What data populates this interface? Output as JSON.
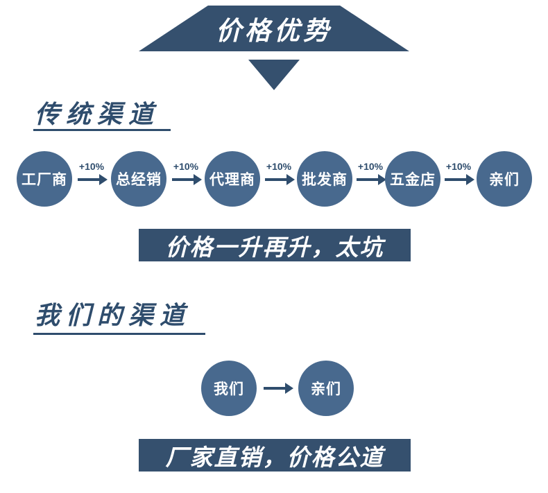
{
  "colors": {
    "banner": "#35506e",
    "circle": "#48698e",
    "dark_text": "#2f4d6d",
    "background": "#ffffff"
  },
  "header": {
    "title": "价格优势"
  },
  "traditional": {
    "heading": "传统渠道",
    "nodes": [
      "工厂商",
      "总经销",
      "代理商",
      "批发商",
      "五金店",
      "亲们"
    ],
    "increment": "+10%",
    "caption": "价格一升再升，太坑"
  },
  "ours": {
    "heading": "我们的渠道",
    "nodes": [
      "我们",
      "亲们"
    ],
    "caption": "厂家直销，价格公道"
  }
}
